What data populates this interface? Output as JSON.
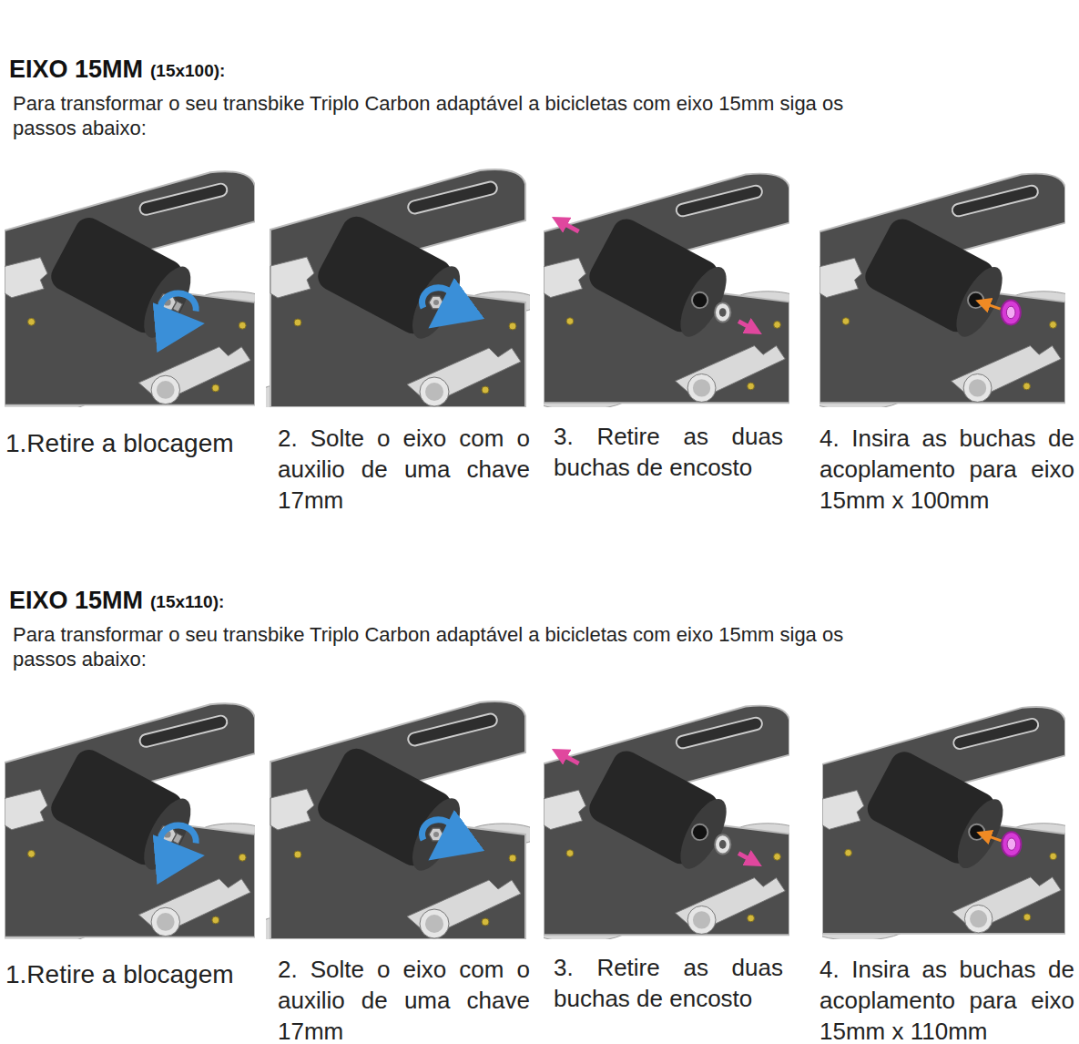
{
  "diagram": {
    "labels": [
      "EIXO 15MM",
      "(15x100):",
      "Para transformar o seu transbike Triplo Carbon adaptável a bicicletas com eixo 15mm siga os passos abaixo:",
      "1.Retire a blocagem",
      "2. Solte o eixo com o auxilio de uma chave 17mm",
      "3. Retire as duas buchas de encosto",
      "4. Insira as buchas de acoplamento para eixo 15mm x 100mm",
      "EIXO 15MM",
      "(15x110):",
      "Para transformar o seu transbike Triplo Carbon adaptável a bicicletas com eixo 15mm siga os passos abaixo:",
      "1.Retire a blocagem",
      "2. Solte o eixo com o auxilio de uma chave 17mm",
      "3. Retire as duas buchas de encosto",
      "4. Insira as buchas de acoplamento para eixo 15mm x 110mm"
    ]
  }
}
